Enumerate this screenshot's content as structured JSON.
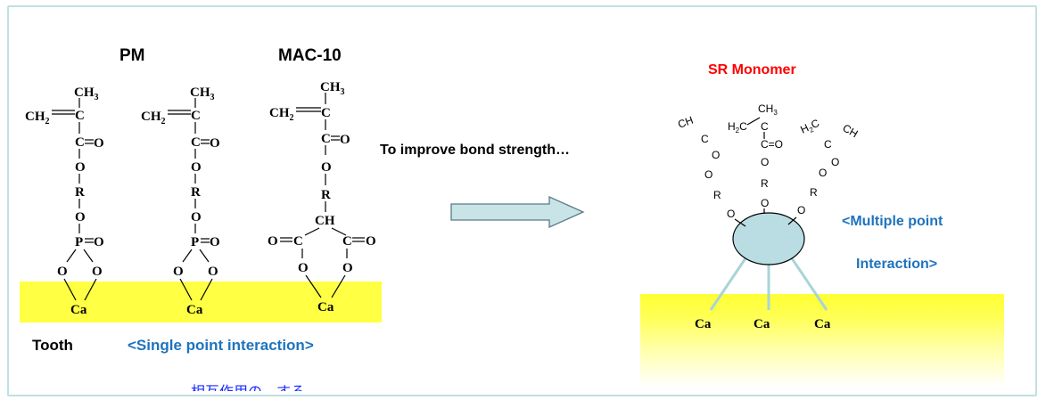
{
  "labels": {
    "pm": "PM",
    "mac10": "MAC-10",
    "improve": "To improve bond strength…",
    "sr_monomer": "SR Monomer",
    "multiple_point_1": "<Multiple point",
    "multiple_point_2": "Interaction>",
    "tooth": "Tooth",
    "single_point": "<Single point interaction>",
    "footer_garbled": "相互作用の…する"
  },
  "atoms": {
    "ch3": "CH",
    "ch2": "CH",
    "sub3": "3",
    "sub2": "2",
    "c": "C",
    "o": "O",
    "r": "R",
    "p": "P",
    "ch": "CH",
    "ca": "Ca",
    "c_eq_o": "C=O",
    "o_eq_c": "O=C",
    "p_eq_o": "P=O"
  },
  "colors": {
    "title_red": "#ff0000",
    "blue_text": "#1e73be",
    "tooth_yellow": "#ffff44",
    "arrow_fill": "#c8e4e6",
    "oval_fill": "#b9dde3"
  }
}
